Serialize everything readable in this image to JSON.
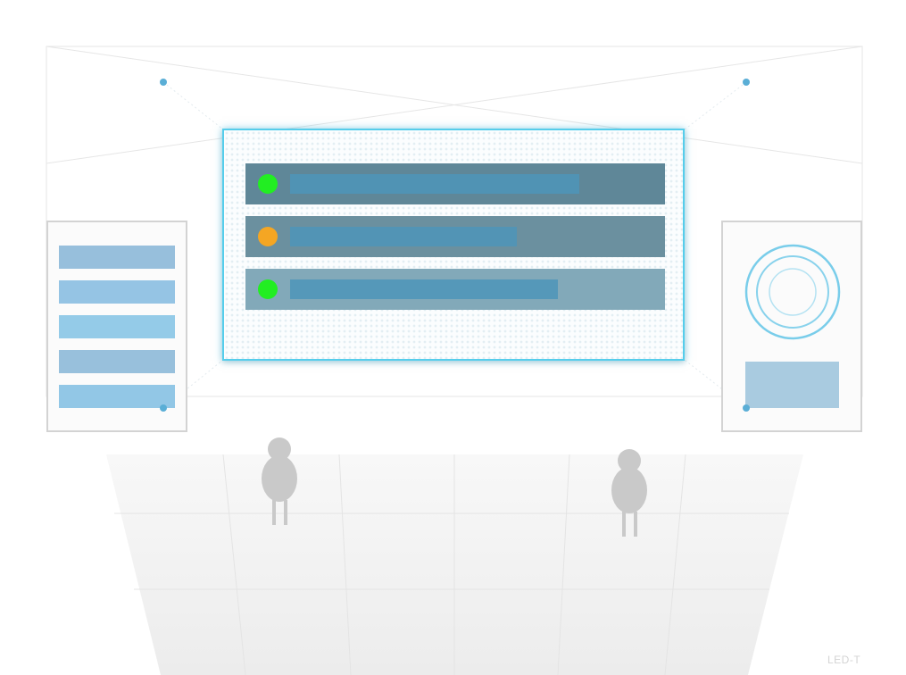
{
  "colors": {
    "screen_border": "#55cdeb",
    "row_bg": [
      "#5f8798",
      "#6b909f",
      "#82a9b9"
    ],
    "row_bar": "#4d95b9",
    "status_green": "#22ee22",
    "status_orange": "#f5a623",
    "side_bar": "#8ec3e3",
    "ring": "#79cdea",
    "figure": "#c9c9c9",
    "floor": "#f1f1f1"
  },
  "screen": {
    "rows": [
      {
        "status": "green",
        "status_color": "#22ee22",
        "fill": 0.83
      },
      {
        "status": "orange",
        "status_color": "#f5a623",
        "fill": 0.65
      },
      {
        "status": "green",
        "status_color": "#22ee22",
        "fill": 0.77
      }
    ]
  },
  "left_panel": {
    "items": 5
  },
  "right_panel": {
    "icon": "target-rings-icon"
  },
  "people": 2,
  "footer": {
    "label": "LED-T"
  }
}
